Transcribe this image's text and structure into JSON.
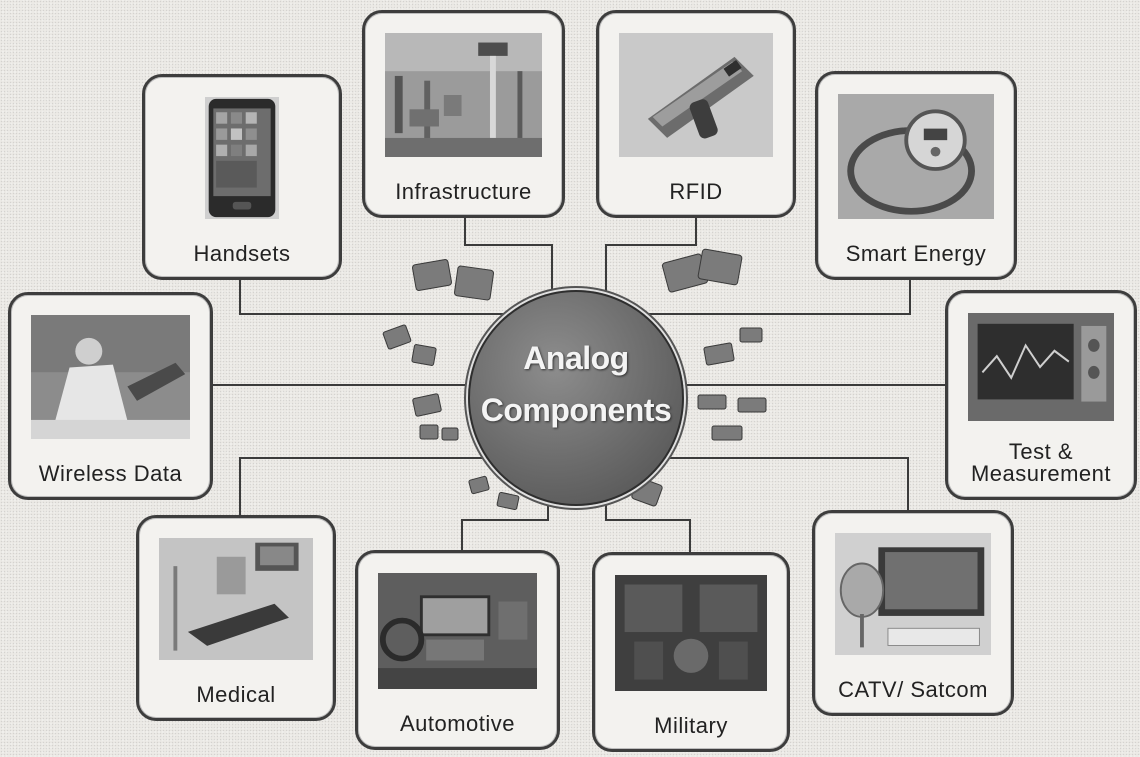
{
  "hub": {
    "label": "Analog\nComponents"
  },
  "applications": {
    "handsets": "Handsets",
    "infrastructure": "Infrastructure",
    "rfid": "RFID",
    "smart_energy": "Smart Energy",
    "wireless_data": "Wireless Data",
    "test_measurement": "Test &\nMeasurement",
    "medical": "Medical",
    "automotive": "Automotive",
    "military": "Military",
    "catv_satcom": "CATV/ Satcom"
  },
  "colors": {
    "background": "#eceae6",
    "card_border": "#3d3d3d",
    "hub_fill": "#6a6a6a",
    "hub_text": "#f4f4f4",
    "label_text": "#222222"
  }
}
